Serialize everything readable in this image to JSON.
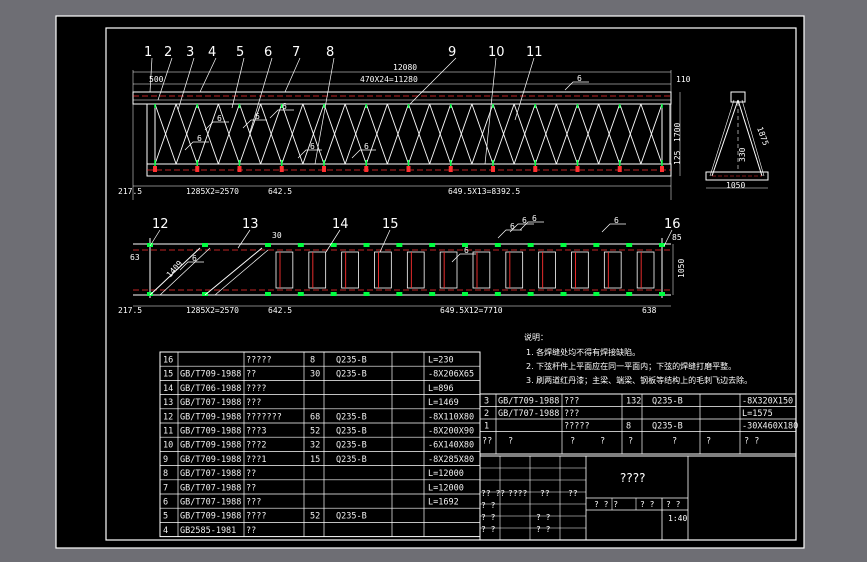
{
  "drawing": {
    "callouts_top": [
      "1",
      "2",
      "3",
      "4",
      "5",
      "6",
      "7",
      "8",
      "9",
      "10",
      "11"
    ],
    "callouts_bottom": [
      "12",
      "13",
      "14",
      "15",
      "16"
    ],
    "dims_top": {
      "overall": "12080",
      "span": "470X24=11280",
      "left_end": "500",
      "right_end": "110",
      "bottom_left": "217.5",
      "bottom_a": "1285X2=2570",
      "bottom_b": "642.5",
      "bottom_c": "649.5X13=8392.5",
      "height": "1700",
      "small": "125",
      "weld_labels": [
        "6",
        "6",
        "6",
        "6",
        "6",
        "6",
        "6",
        "6"
      ]
    },
    "dims_section": {
      "width": "1050",
      "side": "1875",
      "inner": "330"
    },
    "dims_bottom": {
      "left": "217.5",
      "a": "1285X2=2570",
      "b": "642.5",
      "c": "649.5X12=7710",
      "right": "638",
      "top_small": "30",
      "side": "63",
      "side_right": "85",
      "height": "1050",
      "diag": "1409",
      "weld_labels": [
        "6",
        "6",
        "6",
        "6",
        "6"
      ]
    }
  },
  "notes": {
    "title": "说明：",
    "items": [
      "1. 各焊缝处均不得有焊接缺陷。",
      "2. 下弦杆件上平面应在同一平面内；下弦的焊缝打磨平整。",
      "3. 刷两道红丹漆；主梁、端梁、钢板等结构上的毛刺飞边去除。"
    ]
  },
  "parts_table": {
    "rows": [
      {
        "no": "16",
        "std": "",
        "name": "?????",
        "qty": "8",
        "mat": "Q235-B",
        "spec": "L=230"
      },
      {
        "no": "15",
        "std": "GB/T709-1988",
        "name": "??",
        "qty": "30",
        "mat": "Q235-B",
        "spec": "-8X206X65"
      },
      {
        "no": "14",
        "std": "GB/T706-1988",
        "name": "????",
        "qty": "",
        "mat": "",
        "spec": "L=896"
      },
      {
        "no": "13",
        "std": "GB/T707-1988",
        "name": "???",
        "qty": "",
        "mat": "",
        "spec": "L=1469"
      },
      {
        "no": "12",
        "std": "GB/T709-1988",
        "name": "???????",
        "qty": "68",
        "mat": "Q235-B",
        "spec": "-8X110X80"
      },
      {
        "no": "11",
        "std": "GB/T709-1988",
        "name": "???3",
        "qty": "52",
        "mat": "Q235-B",
        "spec": "-8X200X90"
      },
      {
        "no": "10",
        "std": "GB/T709-1988",
        "name": "???2",
        "qty": "32",
        "mat": "Q235-B",
        "spec": "-6X140X80"
      },
      {
        "no": "9",
        "std": "GB/T709-1988",
        "name": "???1",
        "qty": "15",
        "mat": "Q235-B",
        "spec": "-8X285X80"
      },
      {
        "no": "8",
        "std": "GB/T707-1988",
        "name": "??",
        "qty": "",
        "mat": "",
        "spec": "L=12000"
      },
      {
        "no": "7",
        "std": "GB/T707-1988",
        "name": "??",
        "qty": "",
        "mat": "",
        "spec": "L=12000"
      },
      {
        "no": "6",
        "std": "GB/T707-1988",
        "name": "???",
        "qty": "",
        "mat": "",
        "spec": "L=1692"
      },
      {
        "no": "5",
        "std": "GB/T709-1988",
        "name": "????",
        "qty": "52",
        "mat": "Q235-B",
        "spec": ""
      },
      {
        "no": "4",
        "std": "GB2585-1981",
        "name": "??",
        "qty": "",
        "mat": "",
        "spec": ""
      }
    ],
    "right_rows": [
      {
        "no": "3",
        "std": "GB/T709-1988",
        "name": "???",
        "qty": "132",
        "mat": "Q235-B",
        "spec": "-8X320X150"
      },
      {
        "no": "2",
        "std": "GB/T707-1988",
        "name": "???",
        "qty": "",
        "mat": "",
        "spec": "L=1575"
      },
      {
        "no": "1",
        "std": "",
        "name": "?????",
        "qty": "8",
        "mat": "Q235-B",
        "spec": "-30X460X180"
      }
    ],
    "header": [
      "??",
      "?",
      "?",
      "?",
      "?",
      "?",
      "?",
      "? ?"
    ]
  },
  "title_block": {
    "name": "????",
    "scale": "1:40",
    "cells": [
      "?? ??",
      "????",
      "??",
      "??",
      "? ?",
      "? ?",
      "? ?",
      "? ? ?",
      "? ?",
      "? ?",
      "? ?",
      "? ?"
    ]
  }
}
